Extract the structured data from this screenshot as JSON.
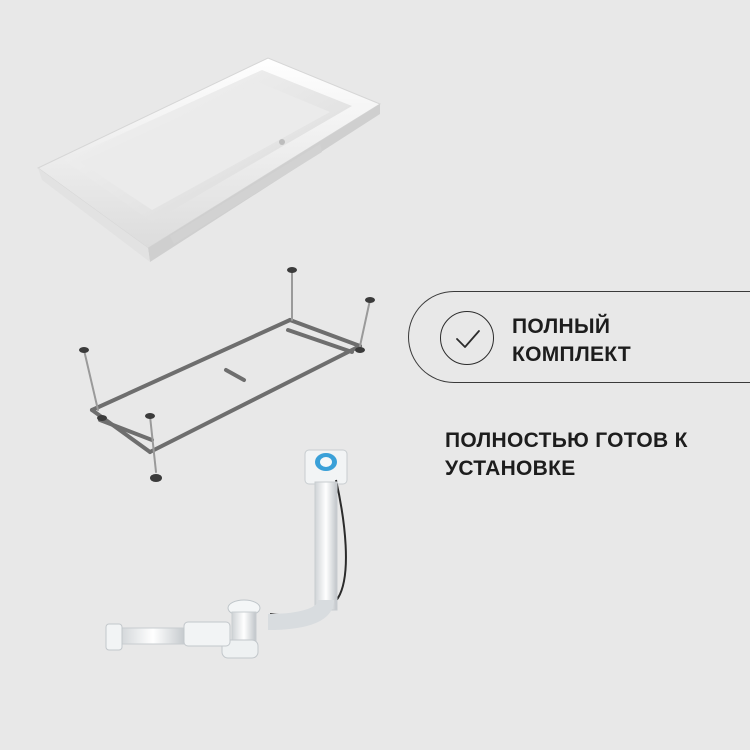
{
  "colors": {
    "background": "#e8e8e8",
    "text": "#1d1d1d",
    "outline": "#3a3a3a",
    "drain_accent": "#3aa0d8"
  },
  "feature": {
    "icon": "checkmark-circle-icon",
    "line1": "ПОЛНЫЙ",
    "line2": "КОМПЛЕКТ"
  },
  "ready": {
    "text": "ПОЛНОСТЬЮ ГОТОВ К УСТАНОВКЕ"
  },
  "images": [
    "bathtub",
    "bathtub-frame",
    "drain-overflow-kit"
  ]
}
